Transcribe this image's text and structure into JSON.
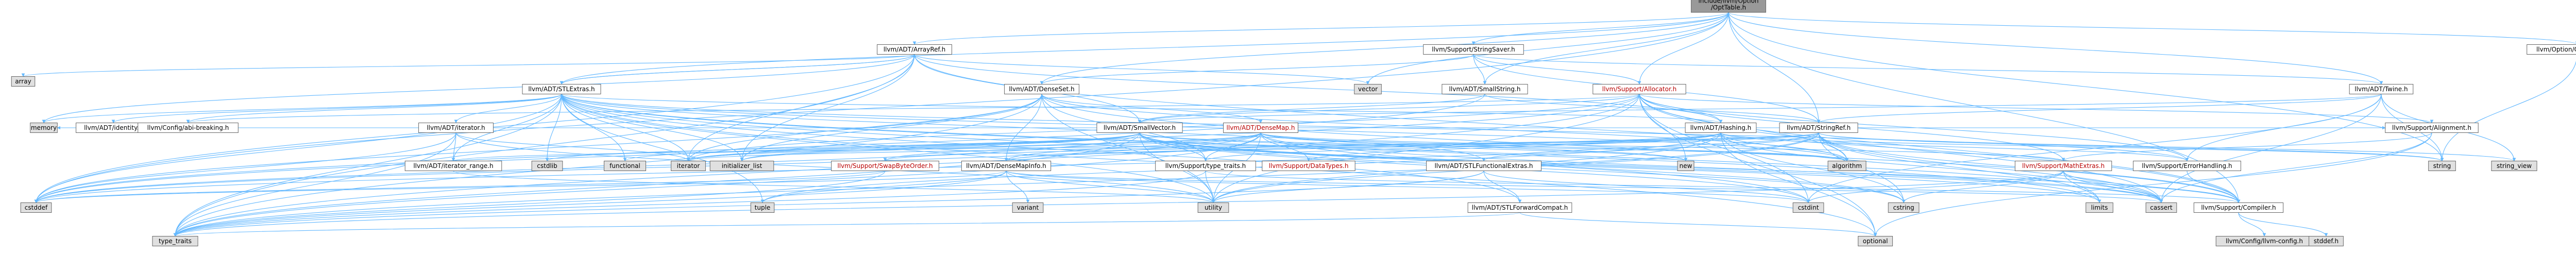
{
  "colors": {
    "node_fill": "#ffffff",
    "root_fill": "#999999",
    "system_header_fill": "#e0e0e0",
    "border": "#666666",
    "edge": "#63b8ff",
    "red_text": "#b80000"
  },
  "nodes": [
    {
      "id": "root",
      "lines": [
        "include/llvm/Option",
        "/OptTable.h"
      ],
      "kind": "root"
    },
    {
      "id": "ArrayRef",
      "lines": [
        "llvm/ADT/ArrayRef.h"
      ],
      "kind": "normal"
    },
    {
      "id": "StringSaver",
      "lines": [
        "llvm/Support/StringSaver.h"
      ],
      "kind": "normal"
    },
    {
      "id": "OptSpecifier",
      "lines": [
        "llvm/Option/OptSpecifier.h"
      ],
      "kind": "normal"
    },
    {
      "id": "array",
      "lines": [
        "array"
      ],
      "kind": "system"
    },
    {
      "id": "STLExtras",
      "lines": [
        "llvm/ADT/STLExtras.h"
      ],
      "kind": "normal"
    },
    {
      "id": "DenseSet",
      "lines": [
        "llvm/ADT/DenseSet.h"
      ],
      "kind": "normal"
    },
    {
      "id": "vector",
      "lines": [
        "vector"
      ],
      "kind": "system"
    },
    {
      "id": "SmallString",
      "lines": [
        "llvm/ADT/SmallString.h"
      ],
      "kind": "normal"
    },
    {
      "id": "Allocator",
      "lines": [
        "llvm/Support/Allocator.h"
      ],
      "kind": "red"
    },
    {
      "id": "Twine",
      "lines": [
        "llvm/ADT/Twine.h"
      ],
      "kind": "normal"
    },
    {
      "id": "memory",
      "lines": [
        "memory"
      ],
      "kind": "system"
    },
    {
      "id": "Identity",
      "lines": [
        "llvm/ADT/identity.h"
      ],
      "kind": "normal"
    },
    {
      "id": "abibreaking",
      "lines": [
        "llvm/Config/abi-breaking.h"
      ],
      "kind": "normal"
    },
    {
      "id": "Iterator",
      "lines": [
        "llvm/ADT/iterator.h"
      ],
      "kind": "normal"
    },
    {
      "id": "SmallVector",
      "lines": [
        "llvm/ADT/SmallVector.h"
      ],
      "kind": "normal"
    },
    {
      "id": "DenseMap",
      "lines": [
        "llvm/ADT/DenseMap.h"
      ],
      "kind": "red"
    },
    {
      "id": "Hashing",
      "lines": [
        "llvm/ADT/Hashing.h"
      ],
      "kind": "normal"
    },
    {
      "id": "StringRef",
      "lines": [
        "llvm/ADT/StringRef.h"
      ],
      "kind": "normal"
    },
    {
      "id": "Alignment",
      "lines": [
        "llvm/Support/Alignment.h"
      ],
      "kind": "normal"
    },
    {
      "id": "IteratorRange",
      "lines": [
        "llvm/ADT/iterator_range.h"
      ],
      "kind": "normal"
    },
    {
      "id": "cstdlib",
      "lines": [
        "cstdlib"
      ],
      "kind": "system"
    },
    {
      "id": "functional",
      "lines": [
        "functional"
      ],
      "kind": "system"
    },
    {
      "id": "iterator",
      "lines": [
        "iterator"
      ],
      "kind": "system"
    },
    {
      "id": "initializer_list",
      "lines": [
        "initializer_list"
      ],
      "kind": "system"
    },
    {
      "id": "SwapByteOrder",
      "lines": [
        "llvm/Support/SwapByteOrder.h"
      ],
      "kind": "red"
    },
    {
      "id": "DenseMapInfo",
      "lines": [
        "llvm/ADT/DenseMapInfo.h"
      ],
      "kind": "normal"
    },
    {
      "id": "TypeTraits",
      "lines": [
        "llvm/Support/type_traits.h"
      ],
      "kind": "normal"
    },
    {
      "id": "DataTypes",
      "lines": [
        "llvm/Support/DataTypes.h"
      ],
      "kind": "red"
    },
    {
      "id": "STLFunctionalExtras",
      "lines": [
        "llvm/ADT/STLFunctionalExtras.h"
      ],
      "kind": "normal"
    },
    {
      "id": "new",
      "lines": [
        "new"
      ],
      "kind": "system"
    },
    {
      "id": "algorithm",
      "lines": [
        "algorithm"
      ],
      "kind": "system"
    },
    {
      "id": "MathExtras",
      "lines": [
        "llvm/Support/MathExtras.h"
      ],
      "kind": "red"
    },
    {
      "id": "ErrorHandling",
      "lines": [
        "llvm/Support/ErrorHandling.h"
      ],
      "kind": "normal"
    },
    {
      "id": "string",
      "lines": [
        "string"
      ],
      "kind": "system"
    },
    {
      "id": "string_view",
      "lines": [
        "string_view"
      ],
      "kind": "system"
    },
    {
      "id": "cstddef",
      "lines": [
        "cstddef"
      ],
      "kind": "system"
    },
    {
      "id": "tuple",
      "lines": [
        "tuple"
      ],
      "kind": "system"
    },
    {
      "id": "variant",
      "lines": [
        "variant"
      ],
      "kind": "system"
    },
    {
      "id": "utility",
      "lines": [
        "utility"
      ],
      "kind": "system"
    },
    {
      "id": "STLForwardCompat",
      "lines": [
        "llvm/ADT/STLForwardCompat.h"
      ],
      "kind": "normal"
    },
    {
      "id": "cstdint",
      "lines": [
        "cstdint"
      ],
      "kind": "system"
    },
    {
      "id": "cstring",
      "lines": [
        "cstring"
      ],
      "kind": "system"
    },
    {
      "id": "limits",
      "lines": [
        "limits"
      ],
      "kind": "system"
    },
    {
      "id": "cassert",
      "lines": [
        "cassert"
      ],
      "kind": "system"
    },
    {
      "id": "Compiler",
      "lines": [
        "llvm/Support/Compiler.h"
      ],
      "kind": "normal"
    },
    {
      "id": "type_traits",
      "lines": [
        "type_traits"
      ],
      "kind": "system"
    },
    {
      "id": "optional",
      "lines": [
        "optional"
      ],
      "kind": "system"
    },
    {
      "id": "config",
      "lines": [
        "llvm/Config/llvm-config.h"
      ],
      "kind": "system"
    },
    {
      "id": "stddef",
      "lines": [
        "stddef.h"
      ],
      "kind": "system"
    }
  ],
  "edges": [
    [
      "root",
      "ArrayRef"
    ],
    [
      "root",
      "StringSaver"
    ],
    [
      "root",
      "OptSpecifier"
    ],
    [
      "root",
      "SmallString"
    ],
    [
      "root",
      "StringRef"
    ],
    [
      "root",
      "Twine"
    ],
    [
      "root",
      "vector"
    ],
    [
      "root",
      "string"
    ],
    [
      "root",
      "cstddef"
    ],
    [
      "root",
      "STLExtras"
    ],
    [
      "root",
      "DenseSet"
    ],
    [
      "root",
      "Allocator"
    ],
    [
      "root",
      "Compiler"
    ],
    [
      "ArrayRef",
      "array"
    ],
    [
      "ArrayRef",
      "STLExtras"
    ],
    [
      "ArrayRef",
      "SmallVector"
    ],
    [
      "ArrayRef",
      "Compiler"
    ],
    [
      "ArrayRef",
      "cstddef"
    ],
    [
      "ArrayRef",
      "initializer_list"
    ],
    [
      "ArrayRef",
      "iterator"
    ],
    [
      "ArrayRef",
      "memory"
    ],
    [
      "ArrayRef",
      "type_traits"
    ],
    [
      "ArrayRef",
      "vector"
    ],
    [
      "ArrayRef",
      "Hashing"
    ],
    [
      "StringSaver",
      "DenseSet"
    ],
    [
      "StringSaver",
      "SmallString"
    ],
    [
      "StringSaver",
      "StringRef"
    ],
    [
      "StringSaver",
      "Twine"
    ],
    [
      "StringSaver",
      "Allocator"
    ],
    [
      "OptSpecifier",
      "string"
    ],
    [
      "STLExtras",
      "ArrayRef"
    ],
    [
      "STLExtras",
      "Identity"
    ],
    [
      "STLExtras",
      "abibreaking"
    ],
    [
      "STLExtras",
      "Iterator"
    ],
    [
      "STLExtras",
      "IteratorRange"
    ],
    [
      "STLExtras",
      "STLForwardCompat"
    ],
    [
      "STLExtras",
      "STLFunctionalExtras"
    ],
    [
      "STLExtras",
      "Hashing"
    ],
    [
      "STLExtras",
      "ErrorHandling"
    ],
    [
      "STLExtras",
      "algorithm"
    ],
    [
      "STLExtras",
      "cassert"
    ],
    [
      "STLExtras",
      "cstddef"
    ],
    [
      "STLExtras",
      "cstdint"
    ],
    [
      "STLExtras",
      "cstdlib"
    ],
    [
      "STLExtras",
      "functional"
    ],
    [
      "STLExtras",
      "initializer_list"
    ],
    [
      "STLExtras",
      "iterator"
    ],
    [
      "STLExtras",
      "limits"
    ],
    [
      "STLExtras",
      "memory"
    ],
    [
      "STLExtras",
      "optional"
    ],
    [
      "STLExtras",
      "tuple"
    ],
    [
      "STLExtras",
      "type_traits"
    ],
    [
      "STLExtras",
      "utility"
    ],
    [
      "DenseSet",
      "DenseMap"
    ],
    [
      "DenseSet",
      "DenseMapInfo"
    ],
    [
      "DenseSet",
      "ADL"
    ],
    [
      "DenseSet",
      "Compiler"
    ],
    [
      "DenseSet",
      "type_traits"
    ],
    [
      "DenseSet",
      "algorithm"
    ],
    [
      "DenseSet",
      "cstddef"
    ],
    [
      "DenseSet",
      "initializer_list"
    ],
    [
      "DenseSet",
      "iterator"
    ],
    [
      "DenseSet",
      "utility"
    ],
    [
      "DenseSet",
      "TypeTraits"
    ],
    [
      "SmallString",
      "SmallVector"
    ],
    [
      "SmallString",
      "StringRef"
    ],
    [
      "SmallString",
      "cstddef"
    ],
    [
      "Allocator",
      "abibreaking"
    ],
    [
      "Allocator",
      "Hashing"
    ],
    [
      "Allocator",
      "SmallVector"
    ],
    [
      "Allocator",
      "Alignment"
    ],
    [
      "Allocator",
      "Compiler"
    ],
    [
      "Allocator",
      "ErrorHandling"
    ],
    [
      "Allocator",
      "MathExtras"
    ],
    [
      "Allocator",
      "algorithm"
    ],
    [
      "Allocator",
      "cassert"
    ],
    [
      "Allocator",
      "cstddef"
    ],
    [
      "Allocator",
      "cstdint"
    ],
    [
      "Allocator",
      "iterator"
    ],
    [
      "Allocator",
      "optional"
    ],
    [
      "Allocator",
      "utility"
    ],
    [
      "Allocator",
      "new"
    ],
    [
      "Allocator",
      "type_traits"
    ],
    [
      "Twine",
      "SmallVector"
    ],
    [
      "Twine",
      "StringRef"
    ],
    [
      "Twine",
      "ErrorHandling"
    ],
    [
      "Twine",
      "cassert"
    ],
    [
      "Twine",
      "cstdint"
    ],
    [
      "Twine",
      "string"
    ],
    [
      "Twine",
      "string_view"
    ],
    [
      "Iterator",
      "IteratorRange"
    ],
    [
      "Iterator",
      "cstddef"
    ],
    [
      "Iterator",
      "iterator"
    ],
    [
      "Iterator",
      "type_traits"
    ],
    [
      "Iterator",
      "utility"
    ],
    [
      "SmallVector",
      "Compiler"
    ],
    [
      "SmallVector",
      "TypeTraits"
    ],
    [
      "SmallVector",
      "algorithm"
    ],
    [
      "SmallVector",
      "cassert"
    ],
    [
      "SmallVector",
      "cstddef"
    ],
    [
      "SmallVector",
      "cstdint"
    ],
    [
      "SmallVector",
      "cstdlib"
    ],
    [
      "SmallVector",
      "cstring"
    ],
    [
      "SmallVector",
      "functional"
    ],
    [
      "SmallVector",
      "initializer_list"
    ],
    [
      "SmallVector",
      "iterator"
    ],
    [
      "SmallVector",
      "limits"
    ],
    [
      "SmallVector",
      "memory"
    ],
    [
      "SmallVector",
      "new"
    ],
    [
      "SmallVector",
      "type_traits"
    ],
    [
      "SmallVector",
      "utility"
    ],
    [
      "DenseMap",
      "DenseMapInfo"
    ],
    [
      "DenseMap",
      "SwapByteOrder"
    ],
    [
      "DenseMap",
      "TypeTraits"
    ],
    [
      "DenseMap",
      "MathExtras"
    ],
    [
      "DenseMap",
      "Alignment"
    ],
    [
      "DenseMap",
      "algorithm"
    ],
    [
      "DenseMap",
      "cassert"
    ],
    [
      "DenseMap",
      "cstddef"
    ],
    [
      "DenseMap",
      "cstring"
    ],
    [
      "DenseMap",
      "initializer_list"
    ],
    [
      "DenseMap",
      "iterator"
    ],
    [
      "DenseMap",
      "new"
    ],
    [
      "DenseMap",
      "type_traits"
    ],
    [
      "DenseMap",
      "utility"
    ],
    [
      "DenseMap",
      "DataTypes"
    ],
    [
      "Hashing",
      "ErrorHandling"
    ],
    [
      "Hashing",
      "SwapByteOrder"
    ],
    [
      "Hashing",
      "TypeTraits"
    ],
    [
      "Hashing",
      "algorithm"
    ],
    [
      "Hashing",
      "cassert"
    ],
    [
      "Hashing",
      "cstring"
    ],
    [
      "Hashing",
      "optional"
    ],
    [
      "Hashing",
      "string"
    ],
    [
      "Hashing",
      "tuple"
    ],
    [
      "Hashing",
      "utility"
    ],
    [
      "Hashing",
      "DataTypes"
    ],
    [
      "StringRef",
      "DenseMapInfo"
    ],
    [
      "StringRef",
      "STLFunctionalExtras"
    ],
    [
      "StringRef",
      "IteratorRange"
    ],
    [
      "StringRef",
      "Compiler"
    ],
    [
      "StringRef",
      "algorithm"
    ],
    [
      "StringRef",
      "cassert"
    ],
    [
      "StringRef",
      "cstddef"
    ],
    [
      "StringRef",
      "cstring"
    ],
    [
      "StringRef",
      "iterator"
    ],
    [
      "StringRef",
      "limits"
    ],
    [
      "StringRef",
      "string"
    ],
    [
      "StringRef",
      "string_view"
    ],
    [
      "StringRef",
      "type_traits"
    ],
    [
      "StringRef",
      "utility"
    ],
    [
      "Alignment",
      "MathExtras"
    ],
    [
      "Alignment",
      "cassert"
    ],
    [
      "Alignment",
      "optional"
    ],
    [
      "IteratorRange",
      "utility"
    ],
    [
      "SwapByteOrder",
      "cstddef"
    ],
    [
      "SwapByteOrder",
      "type_traits"
    ],
    [
      "DenseMapInfo",
      "cassert"
    ],
    [
      "DenseMapInfo",
      "cstddef"
    ],
    [
      "DenseMapInfo",
      "cstdint"
    ],
    [
      "DenseMapInfo",
      "tuple"
    ],
    [
      "DenseMapInfo",
      "type_traits"
    ],
    [
      "DenseMapInfo",
      "utility"
    ],
    [
      "DenseMapInfo",
      "variant"
    ],
    [
      "DenseMapInfo",
      "Hashing"
    ],
    [
      "TypeTraits",
      "Compiler"
    ],
    [
      "TypeTraits",
      "type_traits"
    ],
    [
      "TypeTraits",
      "utility"
    ],
    [
      "STLFunctionalExtras",
      "STLForwardCompat"
    ],
    [
      "STLFunctionalExtras",
      "cstdint"
    ],
    [
      "STLFunctionalExtras",
      "type_traits"
    ],
    [
      "STLFunctionalExtras",
      "utility"
    ],
    [
      "STLForwardCompat",
      "optional"
    ],
    [
      "STLForwardCompat",
      "type_traits"
    ],
    [
      "MathExtras",
      "Compiler"
    ],
    [
      "MathExtras",
      "cassert"
    ],
    [
      "MathExtras",
      "climits"
    ],
    [
      "MathExtras",
      "cstdint"
    ],
    [
      "MathExtras",
      "cstring"
    ],
    [
      "MathExtras",
      "limits"
    ],
    [
      "MathExtras",
      "type_traits"
    ],
    [
      "ErrorHandling",
      "Compiler"
    ],
    [
      "Compiler",
      "config"
    ],
    [
      "Compiler",
      "stddef"
    ]
  ]
}
